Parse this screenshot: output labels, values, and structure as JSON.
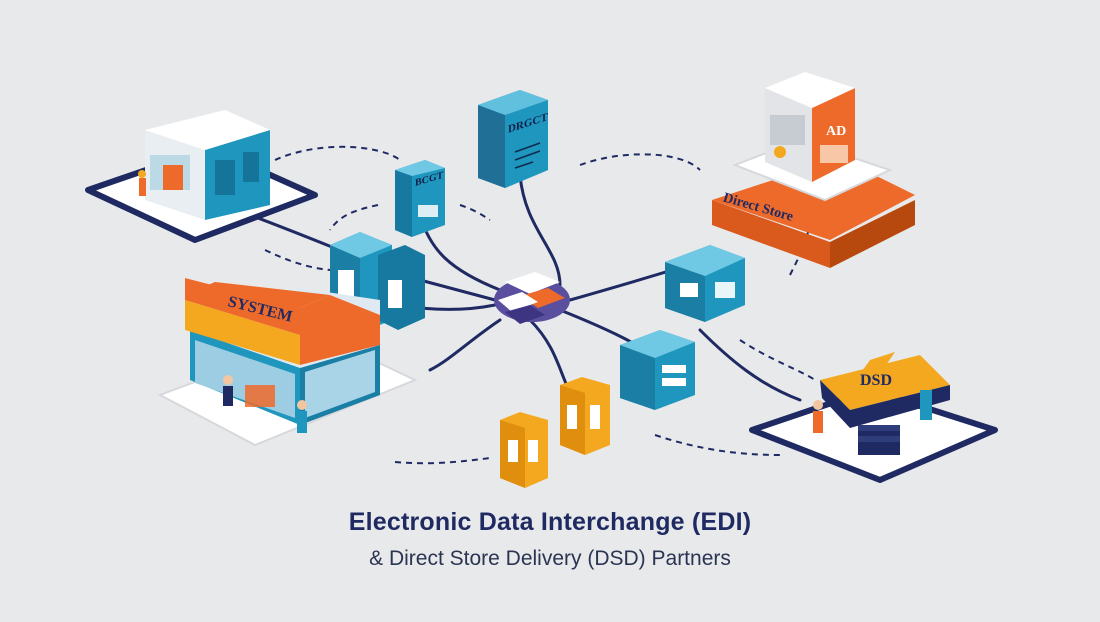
{
  "labels": {
    "system_store": "SYSTEM",
    "direct_store": "Direct Store",
    "ad_sign": "AD",
    "dsd_kiosk": "DSD",
    "doc_top": "DRGCT",
    "doc_left": "BCGT"
  },
  "caption": {
    "title": "Electronic Data Interchange (EDI)",
    "subtitle": "& Direct Store Delivery (DSD) Partners"
  },
  "colors": {
    "background": "#e8e9eb",
    "navy": "#1f2a63",
    "teal": "#1f96bd",
    "orange": "#ee6a2a",
    "yellow": "#f4a81f"
  }
}
